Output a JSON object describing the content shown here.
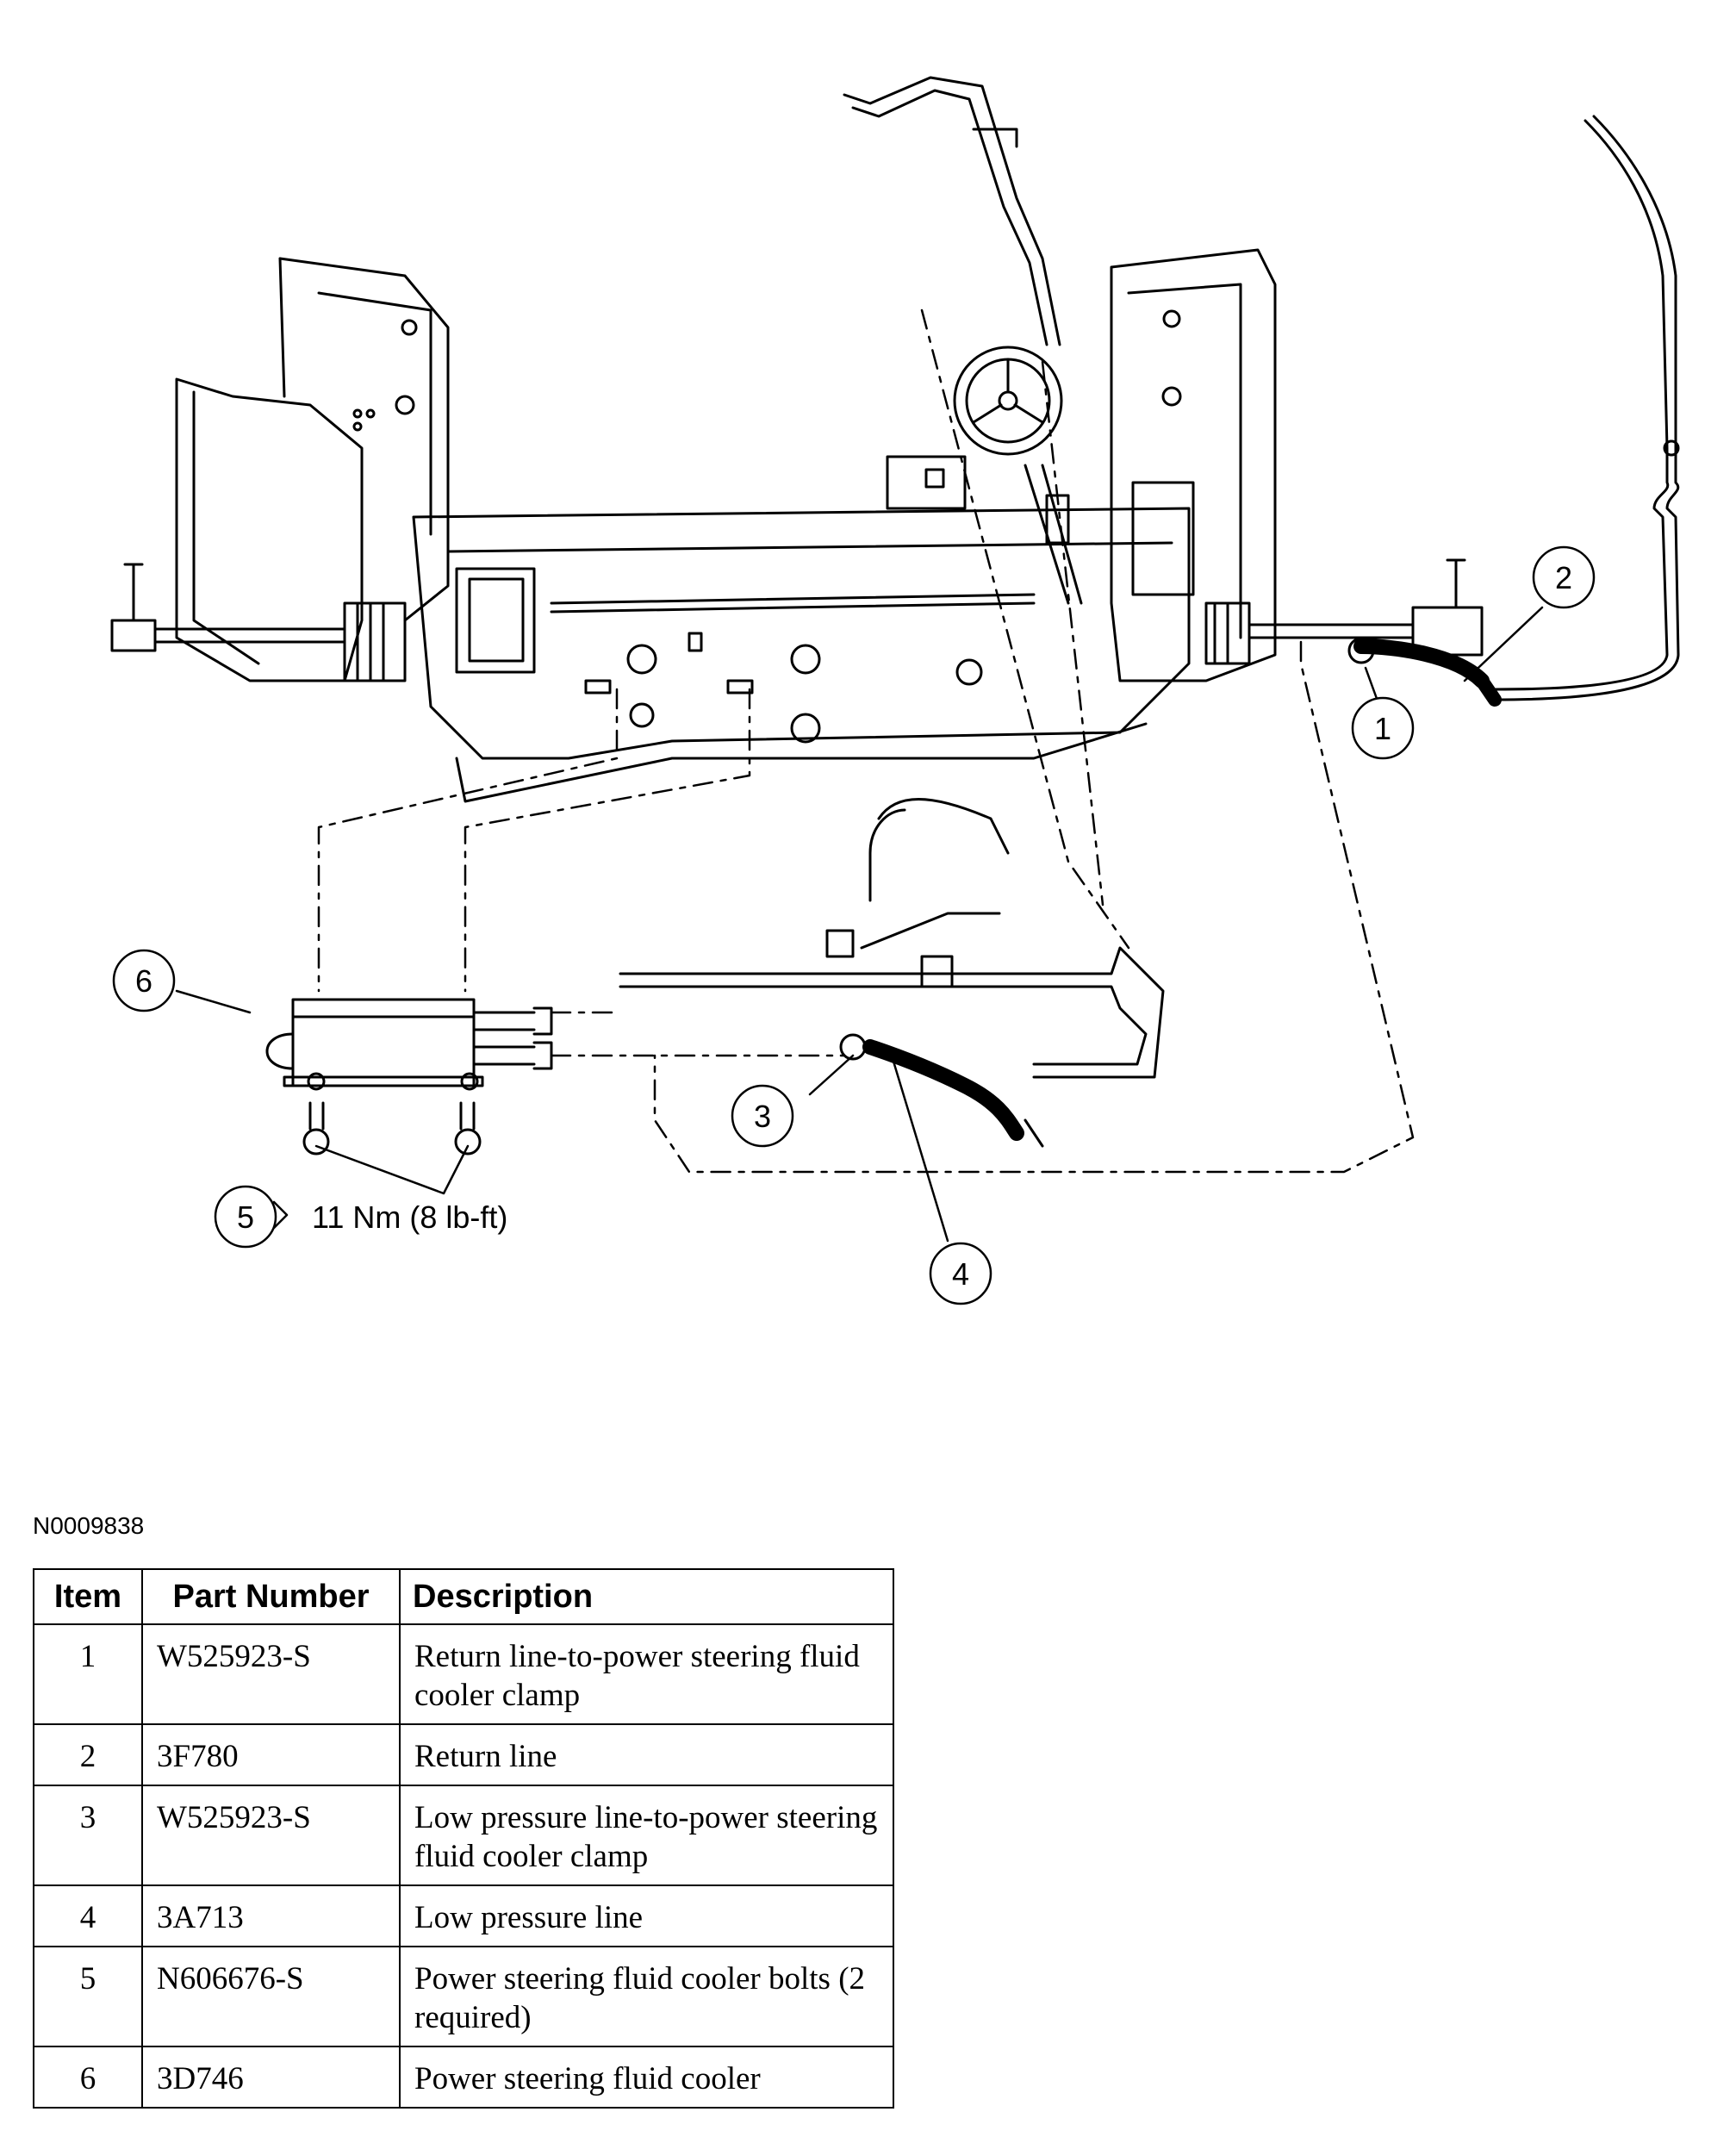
{
  "figure_id": "N0009838",
  "callouts": {
    "c1": "1",
    "c2": "2",
    "c3": "3",
    "c4": "4",
    "c5": "5",
    "c6": "6",
    "torque": "11 Nm (8 lb-ft)"
  },
  "table": {
    "headers": {
      "item": "Item",
      "part_number": "Part Number",
      "description": "Description"
    },
    "rows": [
      {
        "item": "1",
        "part_number": "W525923-S",
        "description": "Return line-to-power steering fluid cooler clamp"
      },
      {
        "item": "2",
        "part_number": "3F780",
        "description": "Return line"
      },
      {
        "item": "3",
        "part_number": "W525923-S",
        "description": "Low pressure line-to-power steering fluid cooler clamp"
      },
      {
        "item": "4",
        "part_number": "3A713",
        "description": "Low pressure line"
      },
      {
        "item": "5",
        "part_number": "N606676-S",
        "description": "Power steering fluid cooler bolts (2 required)"
      },
      {
        "item": "6",
        "part_number": "3D746",
        "description": "Power steering fluid cooler"
      }
    ]
  }
}
